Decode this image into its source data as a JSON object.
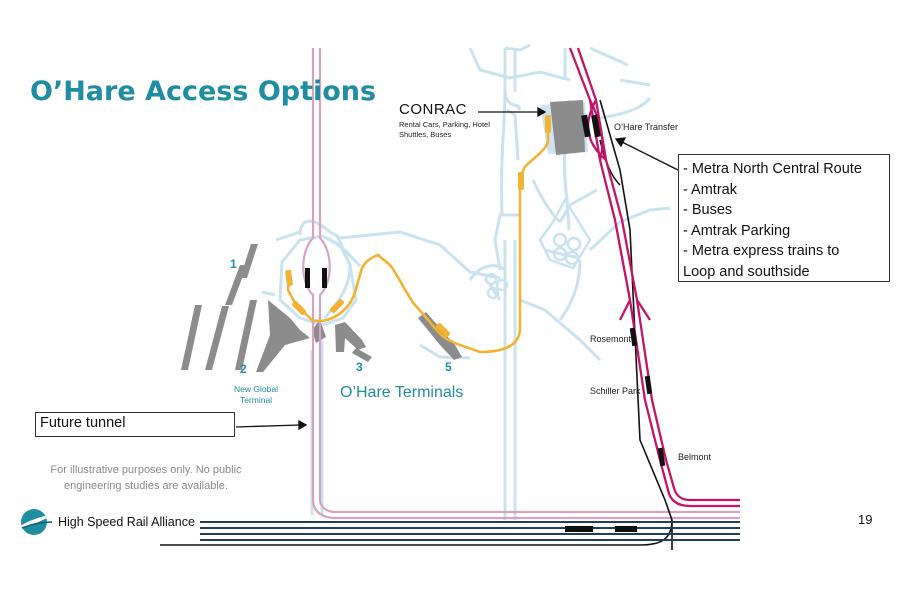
{
  "slide": {
    "title": "O’Hare Access Options",
    "page_number": "19"
  },
  "conrac": {
    "title": "CONRAC",
    "subtitle": "Rental Cars, Parking, Hotel Shuttles, Buses"
  },
  "callout": {
    "items": [
      "- Metra North Central Route",
      "- Amtrak",
      "- Buses",
      "- Amtrak Parking",
      "- Metra express trains to",
      "Loop and southside"
    ]
  },
  "tunnel_label": "Future tunnel",
  "terminals": {
    "t1": "1",
    "t2": "2",
    "t3": "3",
    "t5": "5",
    "new_global": "New Global Terminal",
    "area_label": "O’Hare Terminals"
  },
  "stations": {
    "ohare_transfer": "O’Hare Transfer",
    "rosemont": "Rosemont",
    "schiller_park": "Schiller Park",
    "belmont": "Belmont"
  },
  "disclaimer": "For illustrative purposes only.  No public engineering studies are available.",
  "brand": {
    "name": "High Speed Rail Alliance"
  },
  "colors": {
    "title_teal": "#1f8ea3",
    "road_blue": "#c9e3ef",
    "rail_pink": "#d8a3bf",
    "metra_magenta": "#c4136b",
    "people_mover_yellow": "#f2b233",
    "rail_navy": "#1f3f5c",
    "terminal_gray": "#8c8c8c"
  }
}
